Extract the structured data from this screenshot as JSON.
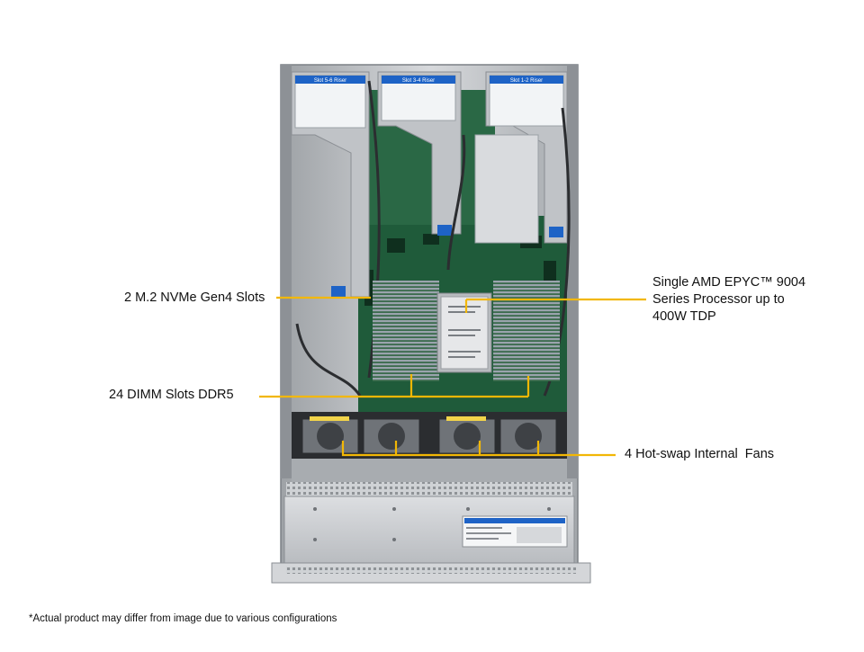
{
  "callouts": {
    "m2": "2 M.2 NVMe Gen4 Slots",
    "dimm": "24 DIMM Slots DDR5",
    "cpu": [
      "Single AMD EPYC™ 9004",
      "Series Processor up to",
      "400W TDP"
    ],
    "fans": "4 Hot-swap Internal  Fans"
  },
  "risers": [
    "Slot 5-6 Riser",
    "Slot 3-4 Riser",
    "Slot 1-2 Riser"
  ],
  "footnote": "*Actual product may differ from image due to various configurations",
  "colors": {
    "leader": "#f2b705",
    "board": "#1f5b3a",
    "chassis": "#c8cacd",
    "dimm": "#9aa3ad",
    "label_blue": "#1e63c6"
  }
}
